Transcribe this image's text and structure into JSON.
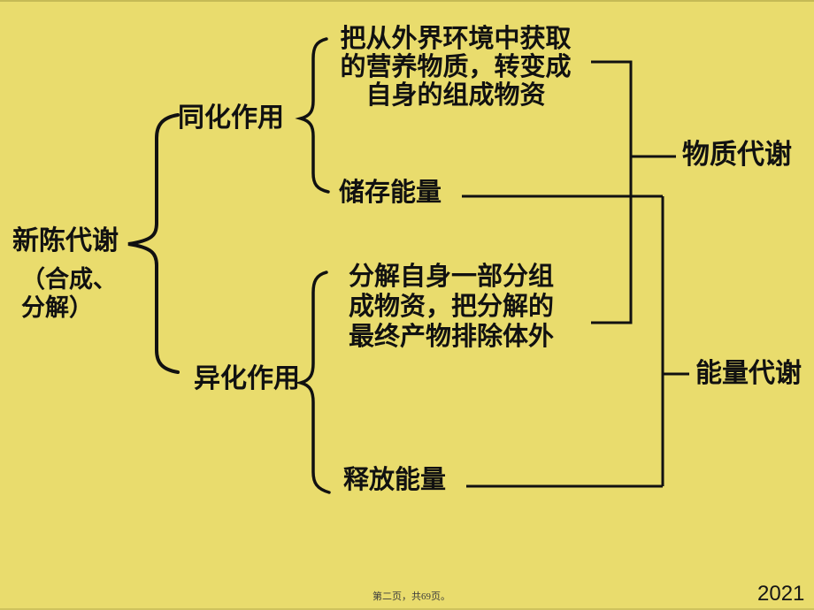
{
  "slide": {
    "colors": {
      "background": "#E9DC6D",
      "text": "#111111",
      "footer_text": "#3b3b3b"
    },
    "diagram": {
      "root": {
        "label": "新陈代谢",
        "note": "（合成、\n分解）"
      },
      "branches": {
        "assimilation": "同化作用",
        "dissimilation": "异化作用"
      },
      "items": {
        "intake": "把从外界环境中获取\n的营养物质，转变成\n自身的组成物资",
        "store_energy": "储存能量",
        "decompose": "分解自身一部分组\n成物资，把分解的\n最终产物排除体外",
        "release_energy": "释放能量"
      },
      "groups": {
        "material_metabolism": "物质代谢",
        "energy_metabolism": "能量代谢"
      }
    },
    "footer": {
      "page_text": "第二页，共69页。",
      "year": "2021"
    }
  }
}
